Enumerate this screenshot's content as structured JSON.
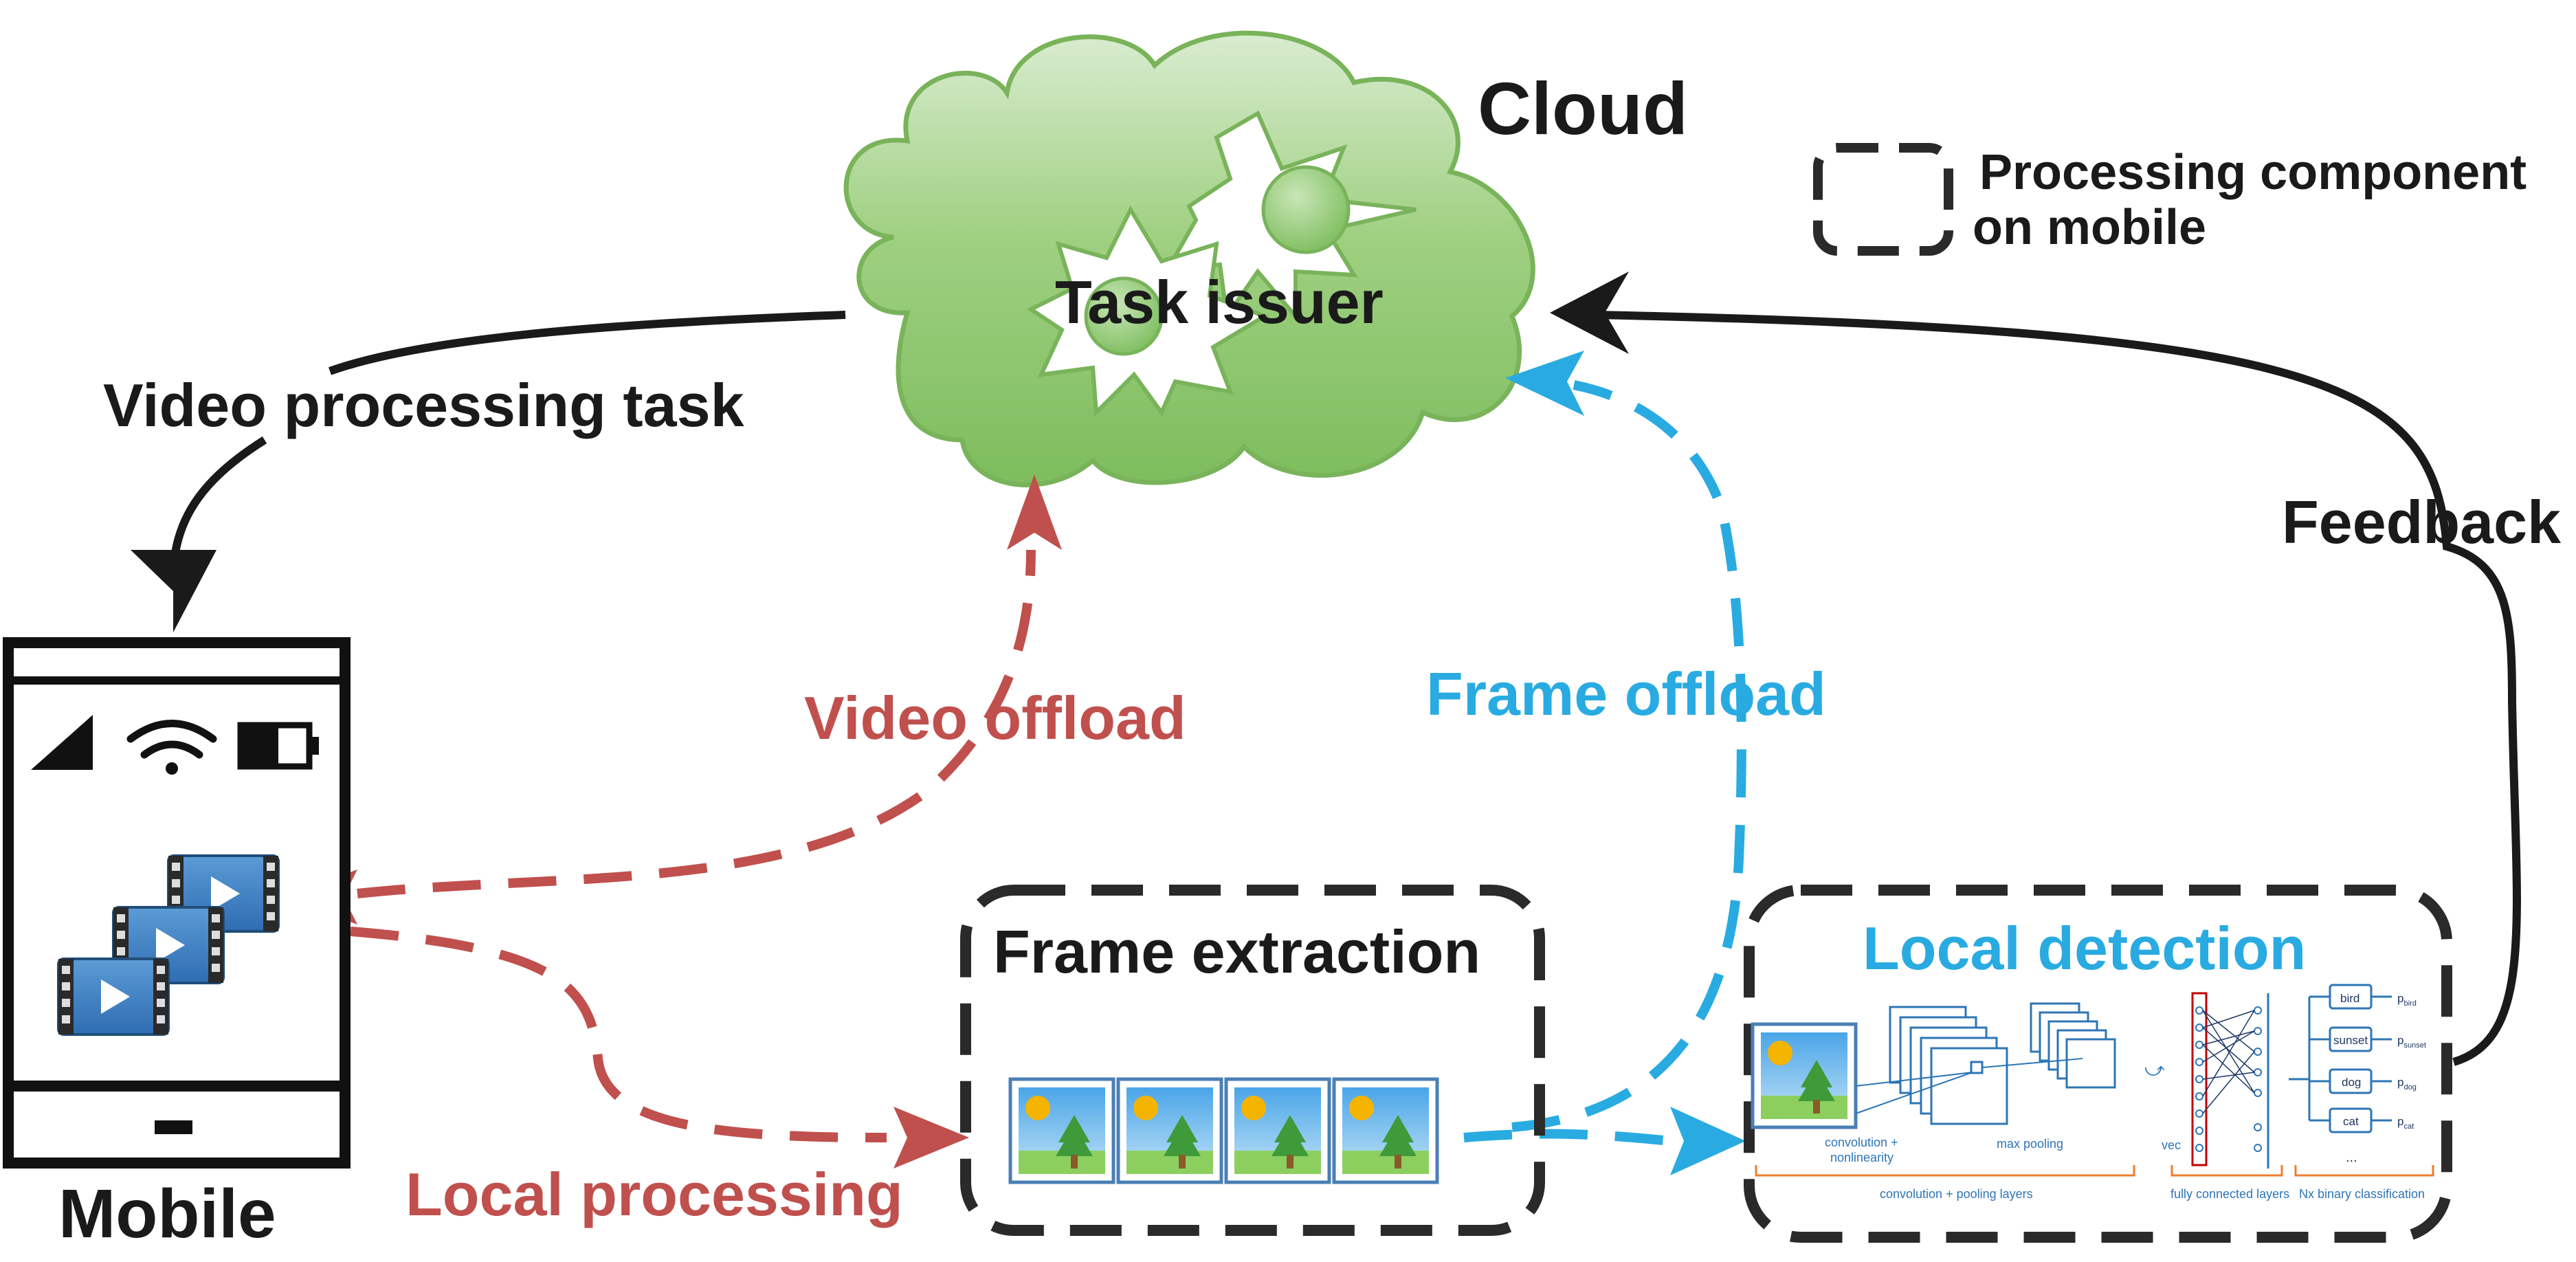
{
  "labels": {
    "cloud": "Cloud",
    "task_issuer": "Task issuer",
    "legend_line1": "Processing component",
    "legend_line2": "on mobile",
    "video_processing_task": "Video processing task",
    "feedback": "Feedback",
    "video_offload": "Video offload",
    "frame_offload": "Frame offload",
    "frame_extraction": "Frame extraction",
    "local_detection": "Local detection",
    "local_processing": "Local processing",
    "mobile": "Mobile"
  },
  "cnn": {
    "conv_label_1": "convolution +",
    "conv_label_2": "nonlinearity",
    "max_pooling": "max pooling",
    "vec": "vec",
    "conv_pool_layers": "convolution + pooling layers",
    "fc_layers": "fully connected layers",
    "binary_class": "Nx binary classification",
    "classes": [
      {
        "name": "bird",
        "prob": "p",
        "sub": "bird"
      },
      {
        "name": "sunset",
        "prob": "p",
        "sub": "sunset"
      },
      {
        "name": "dog",
        "prob": "p",
        "sub": "dog"
      },
      {
        "name": "cat",
        "prob": "p",
        "sub": "cat"
      }
    ],
    "ellipsis": "..."
  },
  "colors": {
    "black": "#1a1a1a",
    "red": "#c0504d",
    "blue": "#29abe2",
    "cloud_fill": "#8cc66b",
    "cloud_stroke": "#79b35a",
    "cnn_blue": "#2e75b6",
    "cnn_orange": "#ed7d31"
  },
  "icons": [
    "signal-icon",
    "wifi-icon",
    "battery-icon",
    "video-file-icon",
    "image-frame-icon",
    "gear-icon"
  ]
}
